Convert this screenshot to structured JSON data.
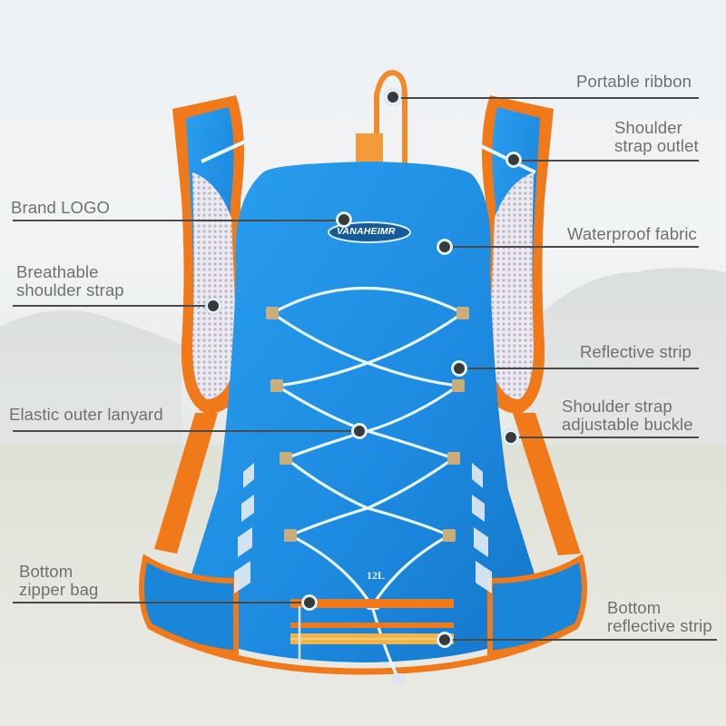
{
  "product": {
    "brand": "VANAHEIMR",
    "capacity": "12L",
    "colors": {
      "body_blue": "#1e8fe0",
      "trim_orange": "#f07a1a",
      "mesh_gray": "#d8d8e0",
      "cord_white": "#e8f6ff",
      "label_text": "#707070",
      "leader_line": "#4a4a4a"
    }
  },
  "callouts": [
    {
      "id": "portable-ribbon",
      "text": "Portable ribbon",
      "side": "right"
    },
    {
      "id": "shoulder-strap-outlet",
      "line1": "Shoulder",
      "line2": "strap outlet",
      "side": "right"
    },
    {
      "id": "brand-logo",
      "text": "Brand LOGO",
      "side": "left"
    },
    {
      "id": "waterproof-fabric",
      "text": "Waterproof fabric",
      "side": "right"
    },
    {
      "id": "breathable-shoulder-strap",
      "line1": "Breathable",
      "line2": "shoulder strap",
      "side": "left"
    },
    {
      "id": "reflective-strip",
      "text": "Reflective strip",
      "side": "right"
    },
    {
      "id": "elastic-outer-lanyard",
      "text": "Elastic outer lanyard",
      "side": "left"
    },
    {
      "id": "shoulder-strap-adjustable-buckle",
      "line1": "Shoulder strap",
      "line2": "adjustable buckle",
      "side": "right"
    },
    {
      "id": "bottom-zipper-bag",
      "line1": "Bottom",
      "line2": "zipper bag",
      "side": "left"
    },
    {
      "id": "bottom-reflective-strip",
      "line1": "Bottom",
      "line2": "reflective strip",
      "side": "right"
    }
  ]
}
